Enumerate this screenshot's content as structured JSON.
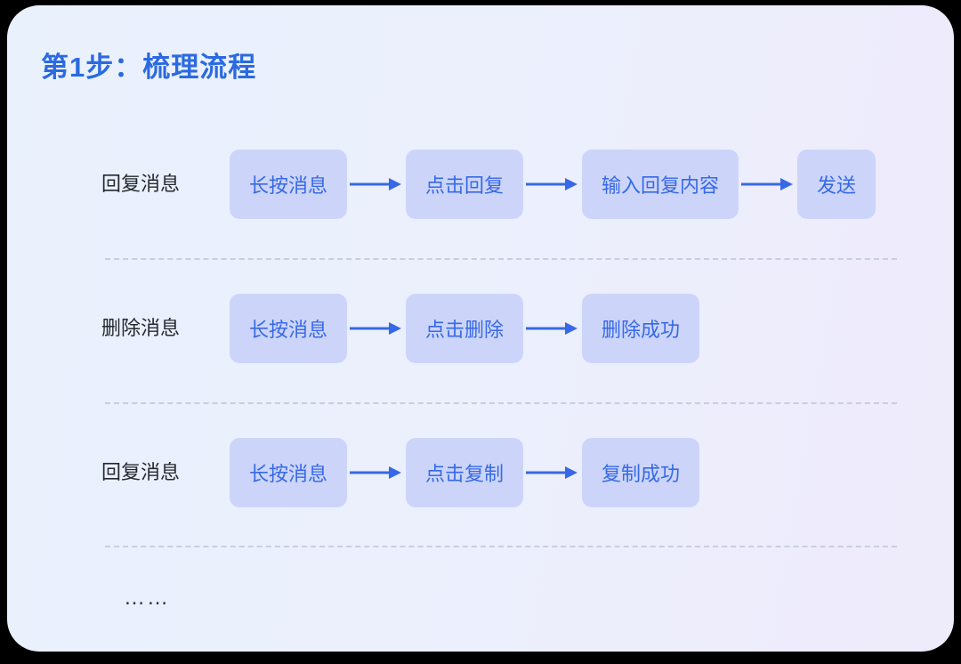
{
  "title": "第1步：梳理流程",
  "colors": {
    "title": "#2b6ae0",
    "step_bg": "#ccd5f9",
    "step_text": "#3769e6",
    "row_label": "#25282e",
    "arrow": "#3769e6",
    "divider": "#c9cede",
    "card_bg_start": "#e9f1fd",
    "card_bg_end": "#eeebfb"
  },
  "rows": [
    {
      "label": "回复消息",
      "steps": [
        "长按消息",
        "点击回复",
        "输入回复内容",
        "发送"
      ]
    },
    {
      "label": "删除消息",
      "steps": [
        "长按消息",
        "点击删除",
        "删除成功"
      ]
    },
    {
      "label": "回复消息",
      "steps": [
        "长按消息",
        "点击复制",
        "复制成功"
      ]
    }
  ],
  "ellipsis": "……",
  "arrow_icon": "arrow-right-icon"
}
